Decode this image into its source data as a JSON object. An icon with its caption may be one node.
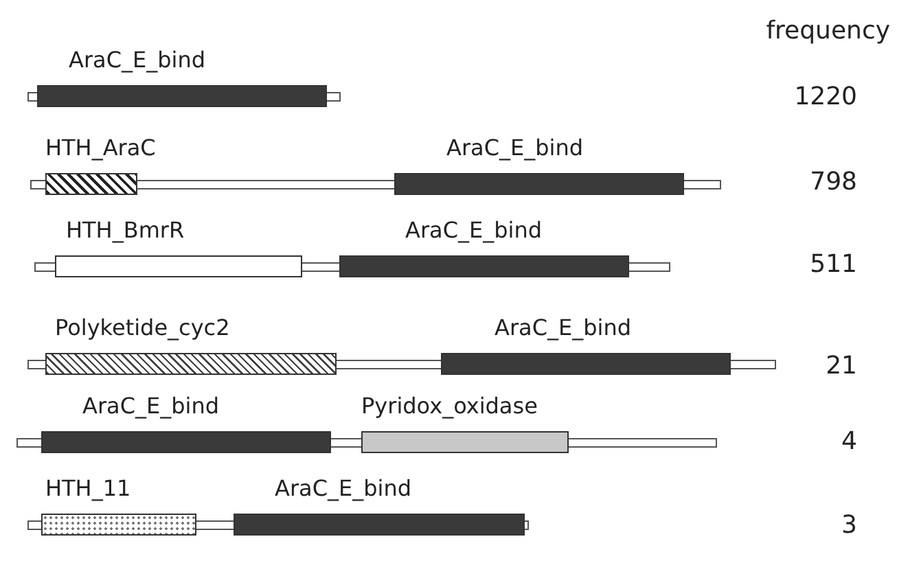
{
  "diagram": {
    "nodes": [
      {
        "text": [
          "AraC_E_bind"
        ]
      },
      {
        "text": [
          "HTH_AraC"
        ]
      },
      {
        "text": [
          "AraC_E_bind"
        ]
      },
      {
        "text": [
          "HTH_BmrR"
        ]
      },
      {
        "text": [
          "AraC_E_bind"
        ]
      },
      {
        "text": [
          "Polyketide_cyc2"
        ]
      },
      {
        "text": [
          "AraC_E_bind"
        ]
      },
      {
        "text": [
          "AraC_E_bind"
        ]
      },
      {
        "text": [
          "Pyridox_oxidase"
        ]
      },
      {
        "text": [
          "HTH_11"
        ]
      },
      {
        "text": [
          "AraC_E_bind"
        ]
      }
    ],
    "edges": [],
    "labels": [
      "frequency",
      "1220",
      "798",
      "511",
      "21",
      "4",
      "3"
    ]
  }
}
